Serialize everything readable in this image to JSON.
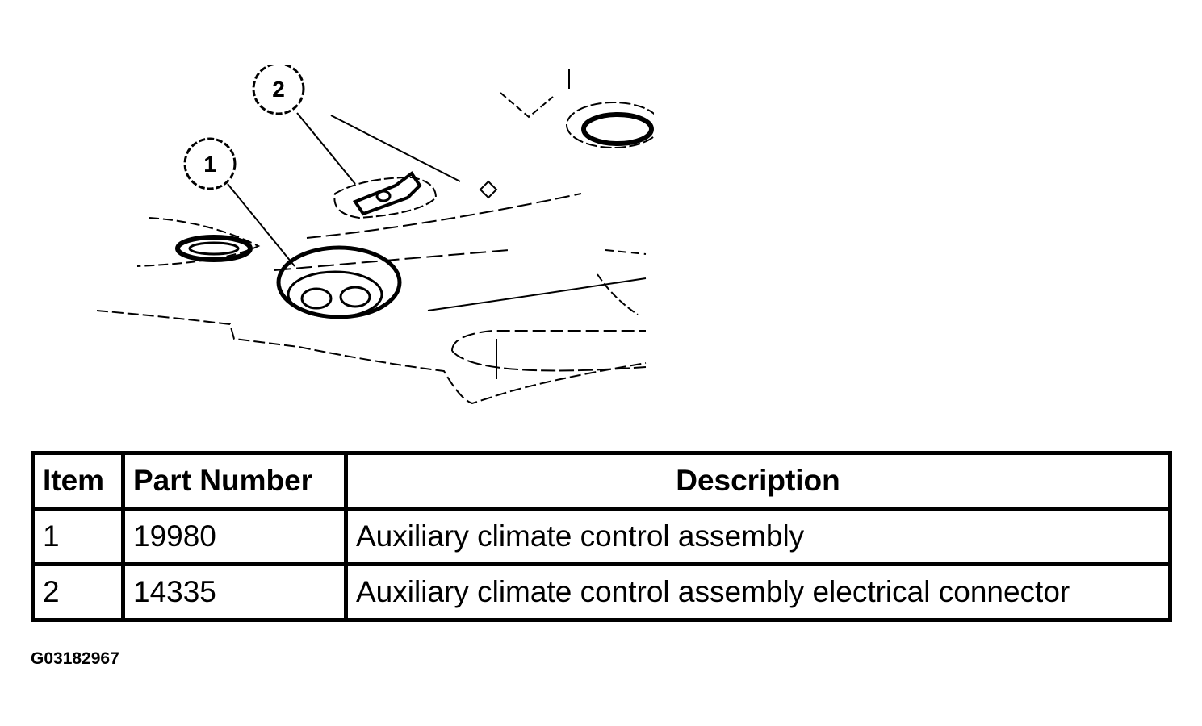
{
  "callouts": [
    {
      "label": "1"
    },
    {
      "label": "2"
    }
  ],
  "table": {
    "headers": {
      "item": "Item",
      "part_number": "Part Number",
      "description": "Description"
    },
    "rows": [
      {
        "item": "1",
        "part_number": "19980",
        "description": "Auxiliary climate control assembly"
      },
      {
        "item": "2",
        "part_number": "14335",
        "description": "Auxiliary climate control assembly electrical connector"
      }
    ]
  },
  "figure_id": "G03182967"
}
